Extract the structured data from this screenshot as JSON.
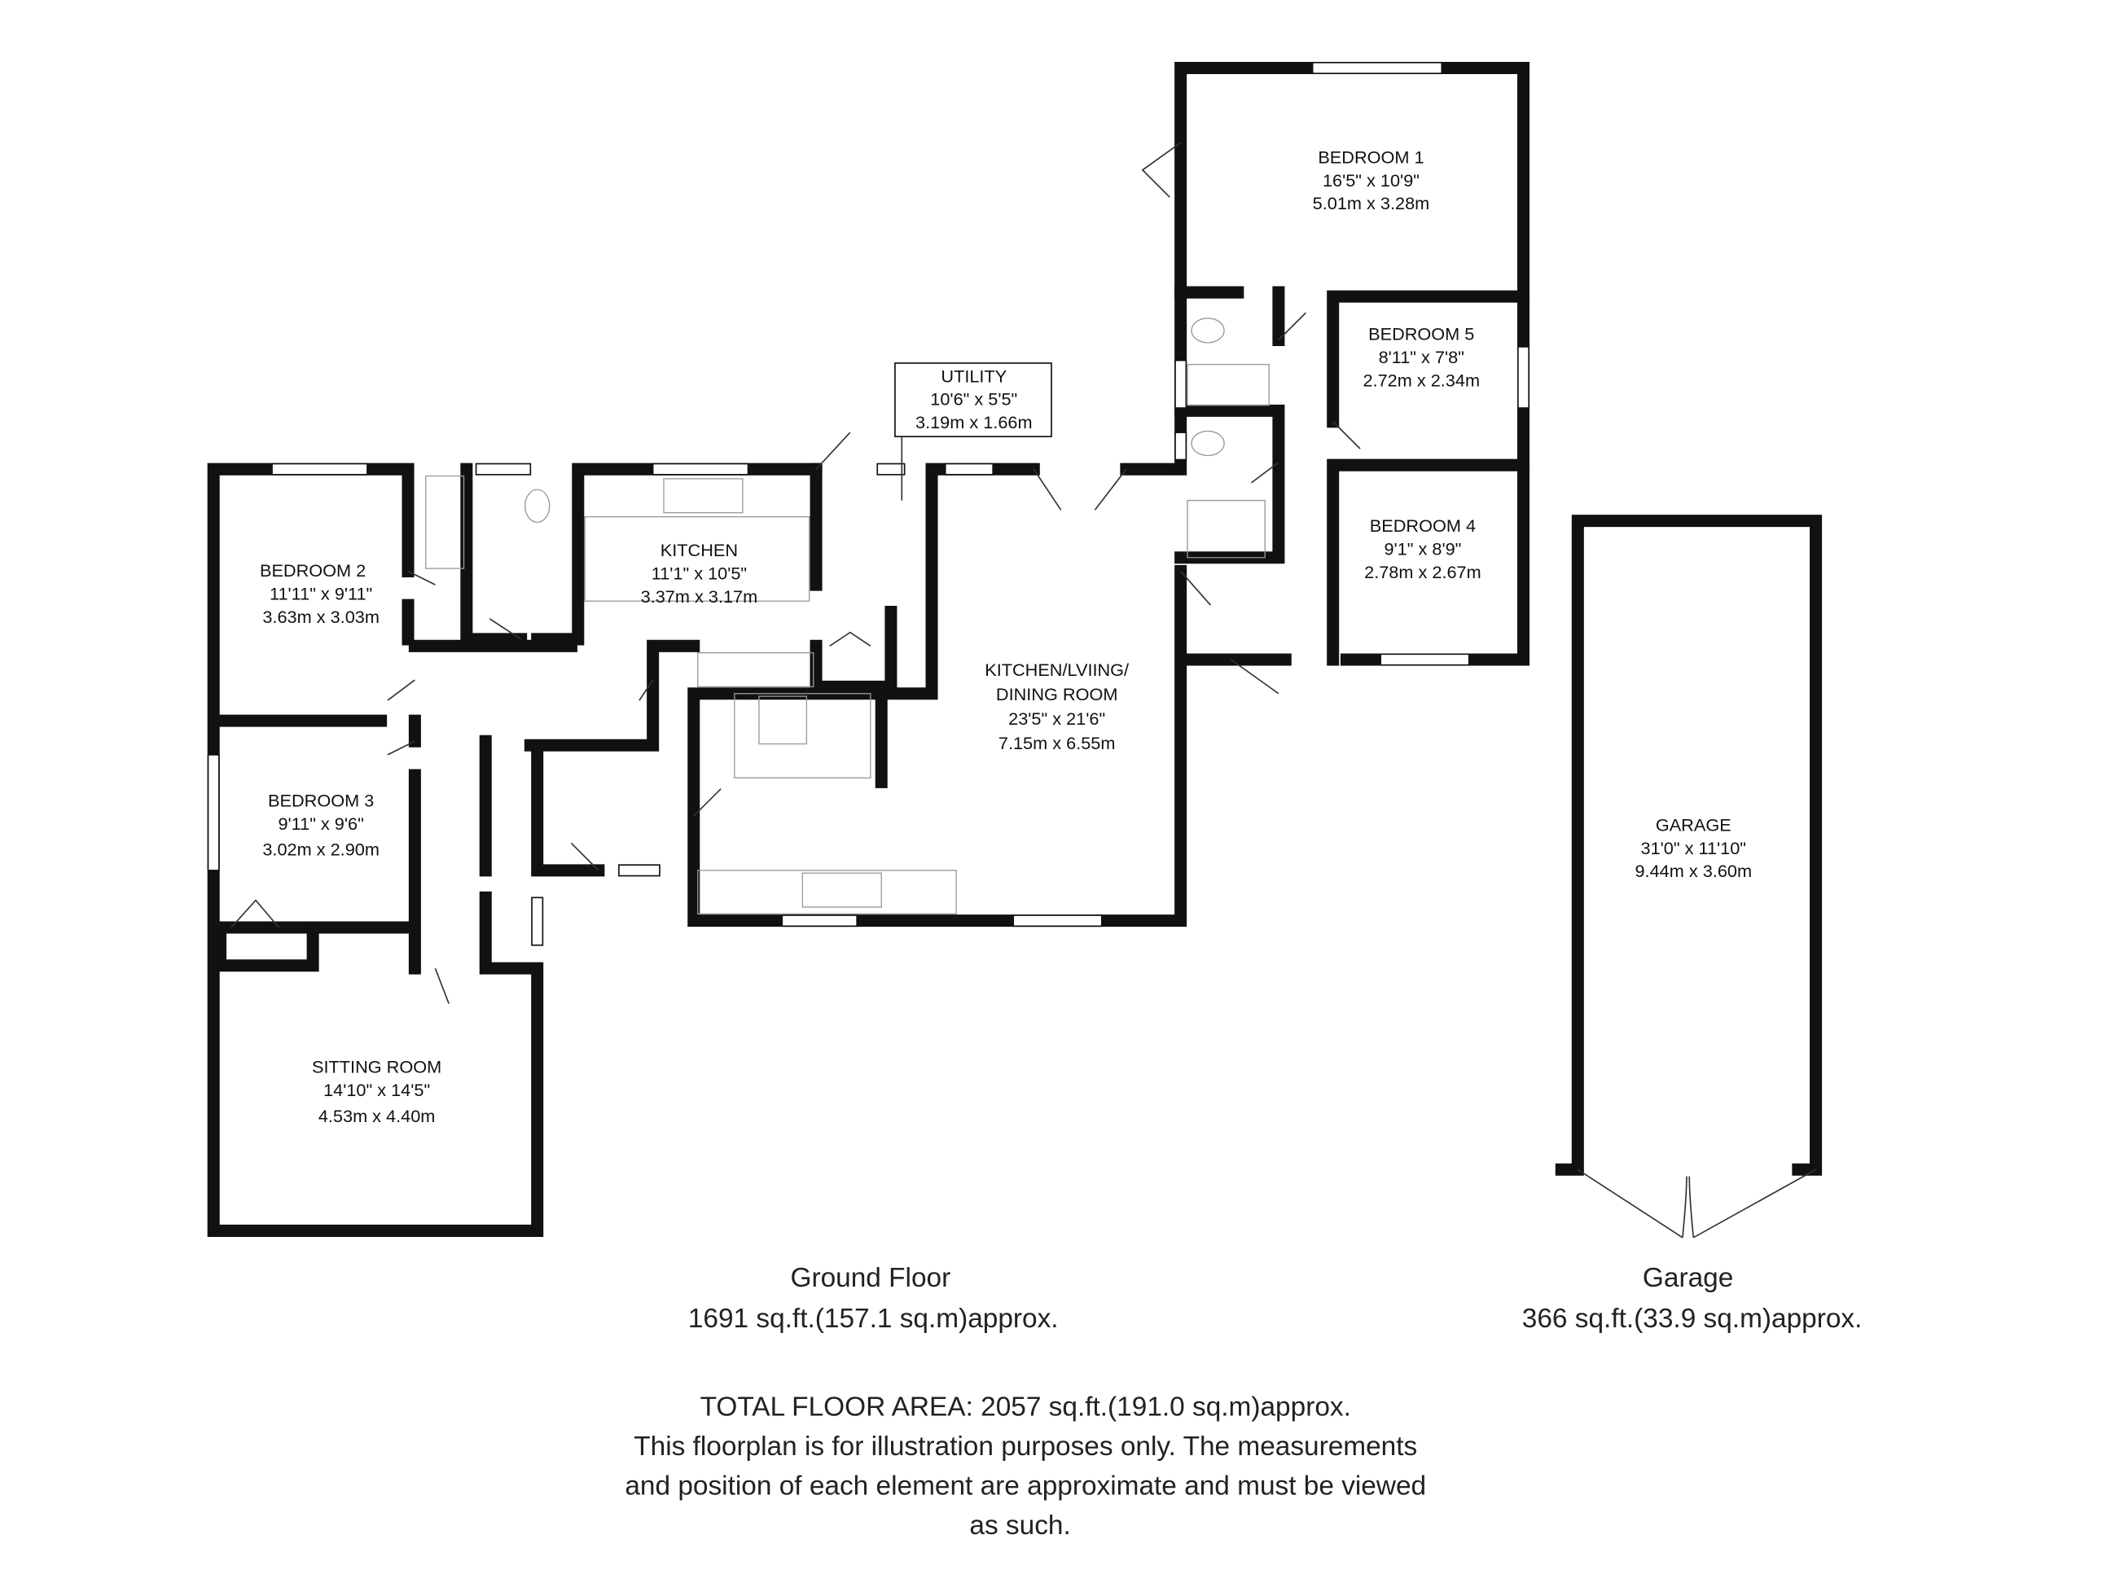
{
  "rooms": {
    "bedroom1": {
      "name": "BEDROOM 1",
      "imperial": "16'5\" x 10'9\"",
      "metric": "5.01m x 3.28m"
    },
    "bedroom2": {
      "name": "BEDROOM 2",
      "imperial": "11'11\" x 9'11\"",
      "metric": "3.63m x 3.03m"
    },
    "bedroom3": {
      "name": "BEDROOM 3",
      "imperial": "9'11\" x 9'6\"",
      "metric": "3.02m x 2.90m"
    },
    "bedroom4": {
      "name": "BEDROOM 4",
      "imperial": "9'1\" x 8'9\"",
      "metric": "2.78m x 2.67m"
    },
    "bedroom5": {
      "name": "BEDROOM 5",
      "imperial": "8'11\" x 7'8\"",
      "metric": "2.72m x 2.34m"
    },
    "kitchen": {
      "name": "KITCHEN",
      "imperial": "11'1\" x 10'5\"",
      "metric": "3.37m x 3.17m"
    },
    "utility": {
      "name": "UTILITY",
      "imperial": "10'6\" x 5'5\"",
      "metric": "3.19m x 1.66m"
    },
    "living": {
      "name1": "KITCHEN/LVIING/",
      "name2": "DINING ROOM",
      "imperial": "23'5\" x 21'6\"",
      "metric": "7.15m x 6.55m"
    },
    "sitting": {
      "name": "SITTING ROOM",
      "imperial": "14'10\" x 14'5\"",
      "metric": "4.53m x 4.40m"
    },
    "garage": {
      "name": "GARAGE",
      "imperial": "31'0\" x 11'10\"",
      "metric": "9.44m x 3.60m"
    }
  },
  "floors": {
    "ground": {
      "title": "Ground Floor",
      "area": "1691 sq.ft.(157.1 sq.m)approx."
    },
    "garage": {
      "title": "Garage",
      "area": "366 sq.ft.(33.9 sq.m)approx."
    }
  },
  "footer": {
    "total": "TOTAL FLOOR AREA: 2057 sq.ft.(191.0 sq.m)approx.",
    "disclaimer1": "This floorplan is for illustration purposes only. The measurements",
    "disclaimer2": "and position of each element are approximate and must be viewed",
    "disclaimer3": "as such."
  }
}
